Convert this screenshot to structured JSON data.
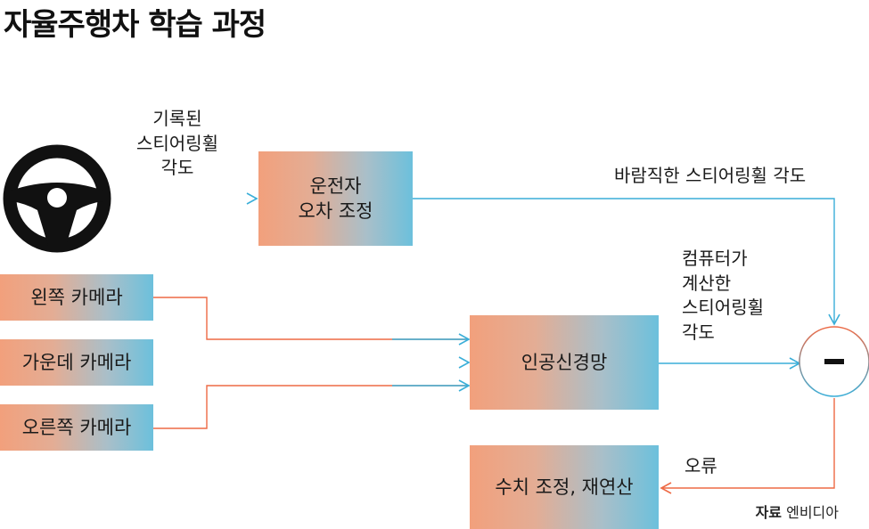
{
  "title": "자율주행차 학습 과정",
  "source": {
    "label": "자료",
    "name": "엔비디아"
  },
  "nodes": {
    "recorded_angle": [
      "기록된",
      "스티어링휠",
      "각도"
    ],
    "driver_error": [
      "운전자",
      "오차 조정"
    ],
    "left_camera": "왼쪽 카메라",
    "center_camera": "가운데 카메라",
    "right_camera": "오른쪽 카메라",
    "neural_network": "인공신경망",
    "adjust": "수치 조정, 재연산",
    "minus": "−"
  },
  "edge_labels": {
    "desired_angle": "바람직한 스티어링휠 각도",
    "computed_angle": [
      "컴퓨터가",
      "계산한",
      "스티어링휠",
      "각도"
    ],
    "error": "오류"
  },
  "colors": {
    "orange_line": "#ee6a45",
    "blue_line": "#3aaed8",
    "box_left": "#f2a07c",
    "box_right": "#6cc0dc"
  }
}
